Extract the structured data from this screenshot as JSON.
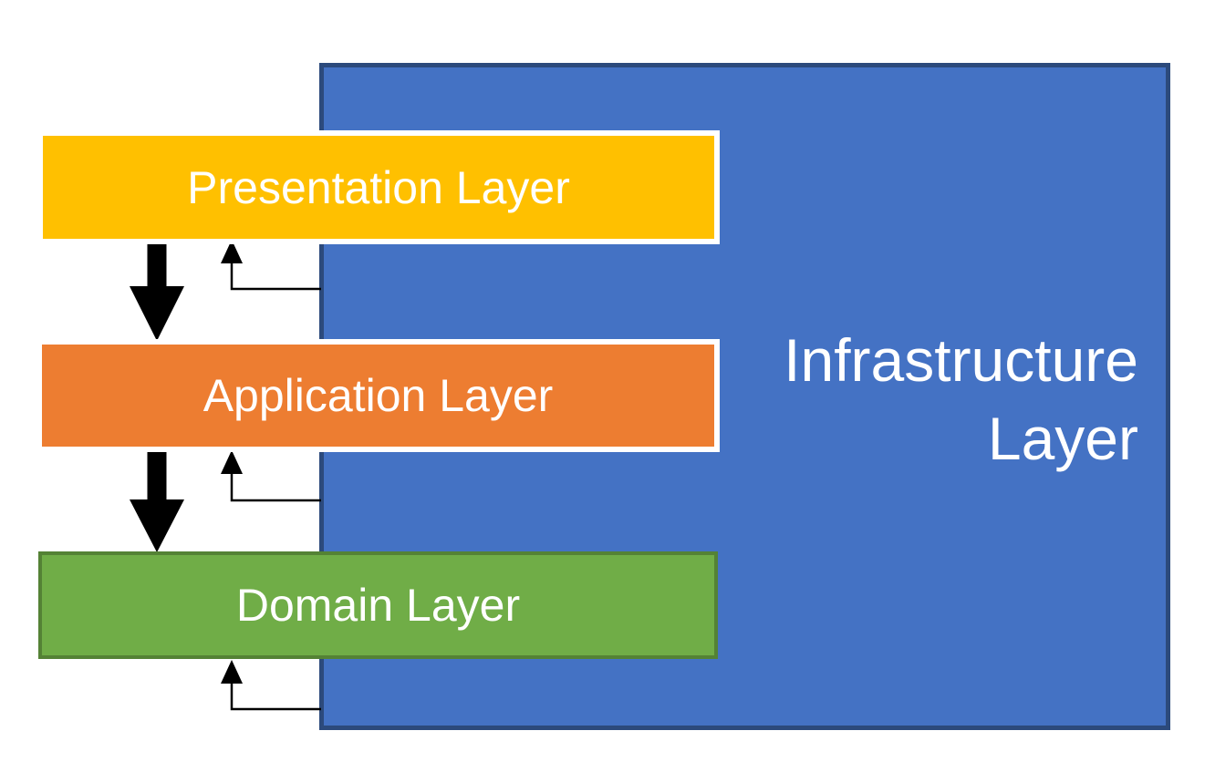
{
  "diagram": {
    "type": "layered-architecture",
    "layers": [
      {
        "id": "presentation",
        "label": "Presentation Layer",
        "fill_color": "#FFC000",
        "border_color": "#FFFFFF",
        "text_color": "#FFFFFF"
      },
      {
        "id": "application",
        "label": "Application Layer",
        "fill_color": "#ED7D31",
        "border_color": "#FFFFFF",
        "text_color": "#FFFFFF"
      },
      {
        "id": "domain",
        "label": "Domain Layer",
        "fill_color": "#70AD47",
        "border_color": "#548235",
        "text_color": "#FFFFFF"
      },
      {
        "id": "infrastructure",
        "label": "Infrastructure Layer",
        "fill_color": "#4472C4",
        "border_color": "#2C4A7C",
        "text_color": "#FFFFFF"
      }
    ],
    "arrows": {
      "thick_down_arrows": [
        {
          "from": "presentation",
          "to": "application",
          "color": "#000000"
        },
        {
          "from": "application",
          "to": "domain",
          "color": "#000000"
        }
      ],
      "elbow_up_arrows": [
        {
          "from": "infrastructure",
          "to": "presentation",
          "color": "#000000"
        },
        {
          "from": "infrastructure",
          "to": "application",
          "color": "#000000"
        },
        {
          "from": "infrastructure",
          "to": "domain",
          "color": "#000000"
        }
      ]
    }
  }
}
